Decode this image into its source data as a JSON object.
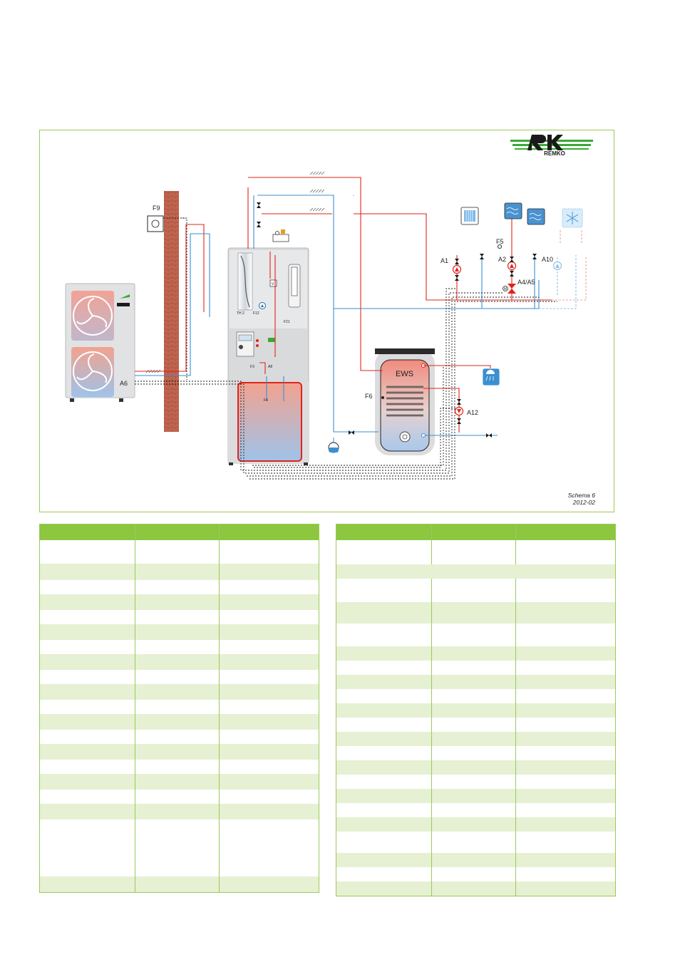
{
  "brand": {
    "logo_text": "REMKO",
    "color_green": "#3aa935",
    "color_dark": "#1a1a1a"
  },
  "diagram": {
    "labels": {
      "F9": "F9",
      "A6": "A6",
      "A1": "A1",
      "A2": "A2",
      "A10": "A10",
      "A4A5": "A4/A5",
      "F5": "F5",
      "F6": "F6",
      "A12": "A12",
      "EWS": "EWS",
      "A8": "A8",
      "F12": "F12",
      "TH2": "TH 2",
      "F21": "F21",
      "F3": "F3",
      "F4": "F4",
      "V": "V",
      "M": "M"
    },
    "schema_name": "Schema 6",
    "schema_date": "2012-02"
  },
  "colors": {
    "supply_red": "#e2231a",
    "return_blue": "#3a8fd0",
    "cool_blue": "#8ec3ec",
    "cool_pink": "#f0a0a0",
    "control_black": "#1a1a1a",
    "frame_green": "#9cc95a",
    "table_header": "#8dc63f",
    "table_stripe": "#e6f0d3",
    "brick": "#c1654f"
  },
  "tables": {
    "left": {
      "columns": 3,
      "row_heights": [
        33,
        23,
        20,
        22,
        20,
        22,
        20,
        22,
        20,
        22,
        20,
        22,
        20,
        22,
        20,
        22,
        20,
        22,
        80,
        22
      ]
    },
    "right": {
      "columns": 3,
      "row_heights": [
        34,
        20,
        33,
        30,
        32,
        20,
        20,
        20,
        20,
        20,
        20,
        20,
        20,
        20,
        20,
        20,
        20,
        20,
        30,
        20,
        20,
        20
      ]
    }
  }
}
